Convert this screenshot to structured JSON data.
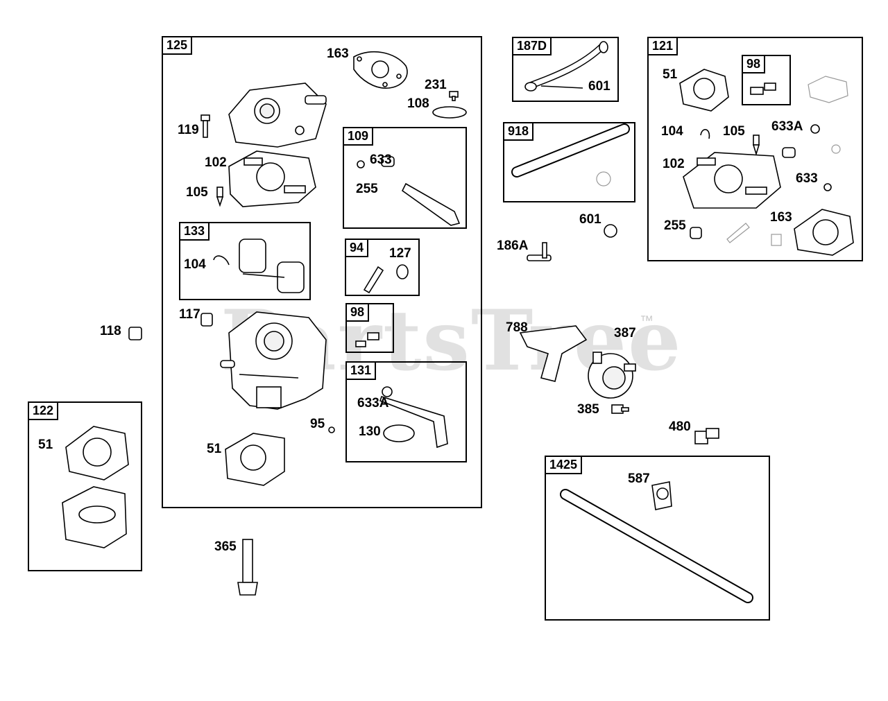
{
  "watermark": "PartsTree",
  "trademark": "™",
  "boxes": {
    "b125": "125",
    "b109": "109",
    "b133": "133",
    "b94": "94",
    "b98a": "98",
    "b131": "131",
    "b122": "122",
    "b187d": "187D",
    "b918": "918",
    "b121": "121",
    "b98b": "98",
    "b1425": "1425"
  },
  "labels": {
    "l163a": "163",
    "l231": "231",
    "l108": "108",
    "l119": "119",
    "l102a": "102",
    "l105a": "105",
    "l633a": "633",
    "l255a": "255",
    "l104a": "104",
    "l127": "127",
    "l117": "117",
    "l118": "118",
    "l633Aa": "633A",
    "l130": "130",
    "l95": "95",
    "l51a": "51",
    "l51b": "51",
    "l365": "365",
    "l601a": "601",
    "l601b": "601",
    "l186a": "186A",
    "l788": "788",
    "l387": "387",
    "l385": "385",
    "l480": "480",
    "l587": "587",
    "l51c": "51",
    "l104b": "104",
    "l105b": "105",
    "l633Ab": "633A",
    "l102b": "102",
    "l633b": "633",
    "l255b": "255",
    "l163b": "163"
  }
}
